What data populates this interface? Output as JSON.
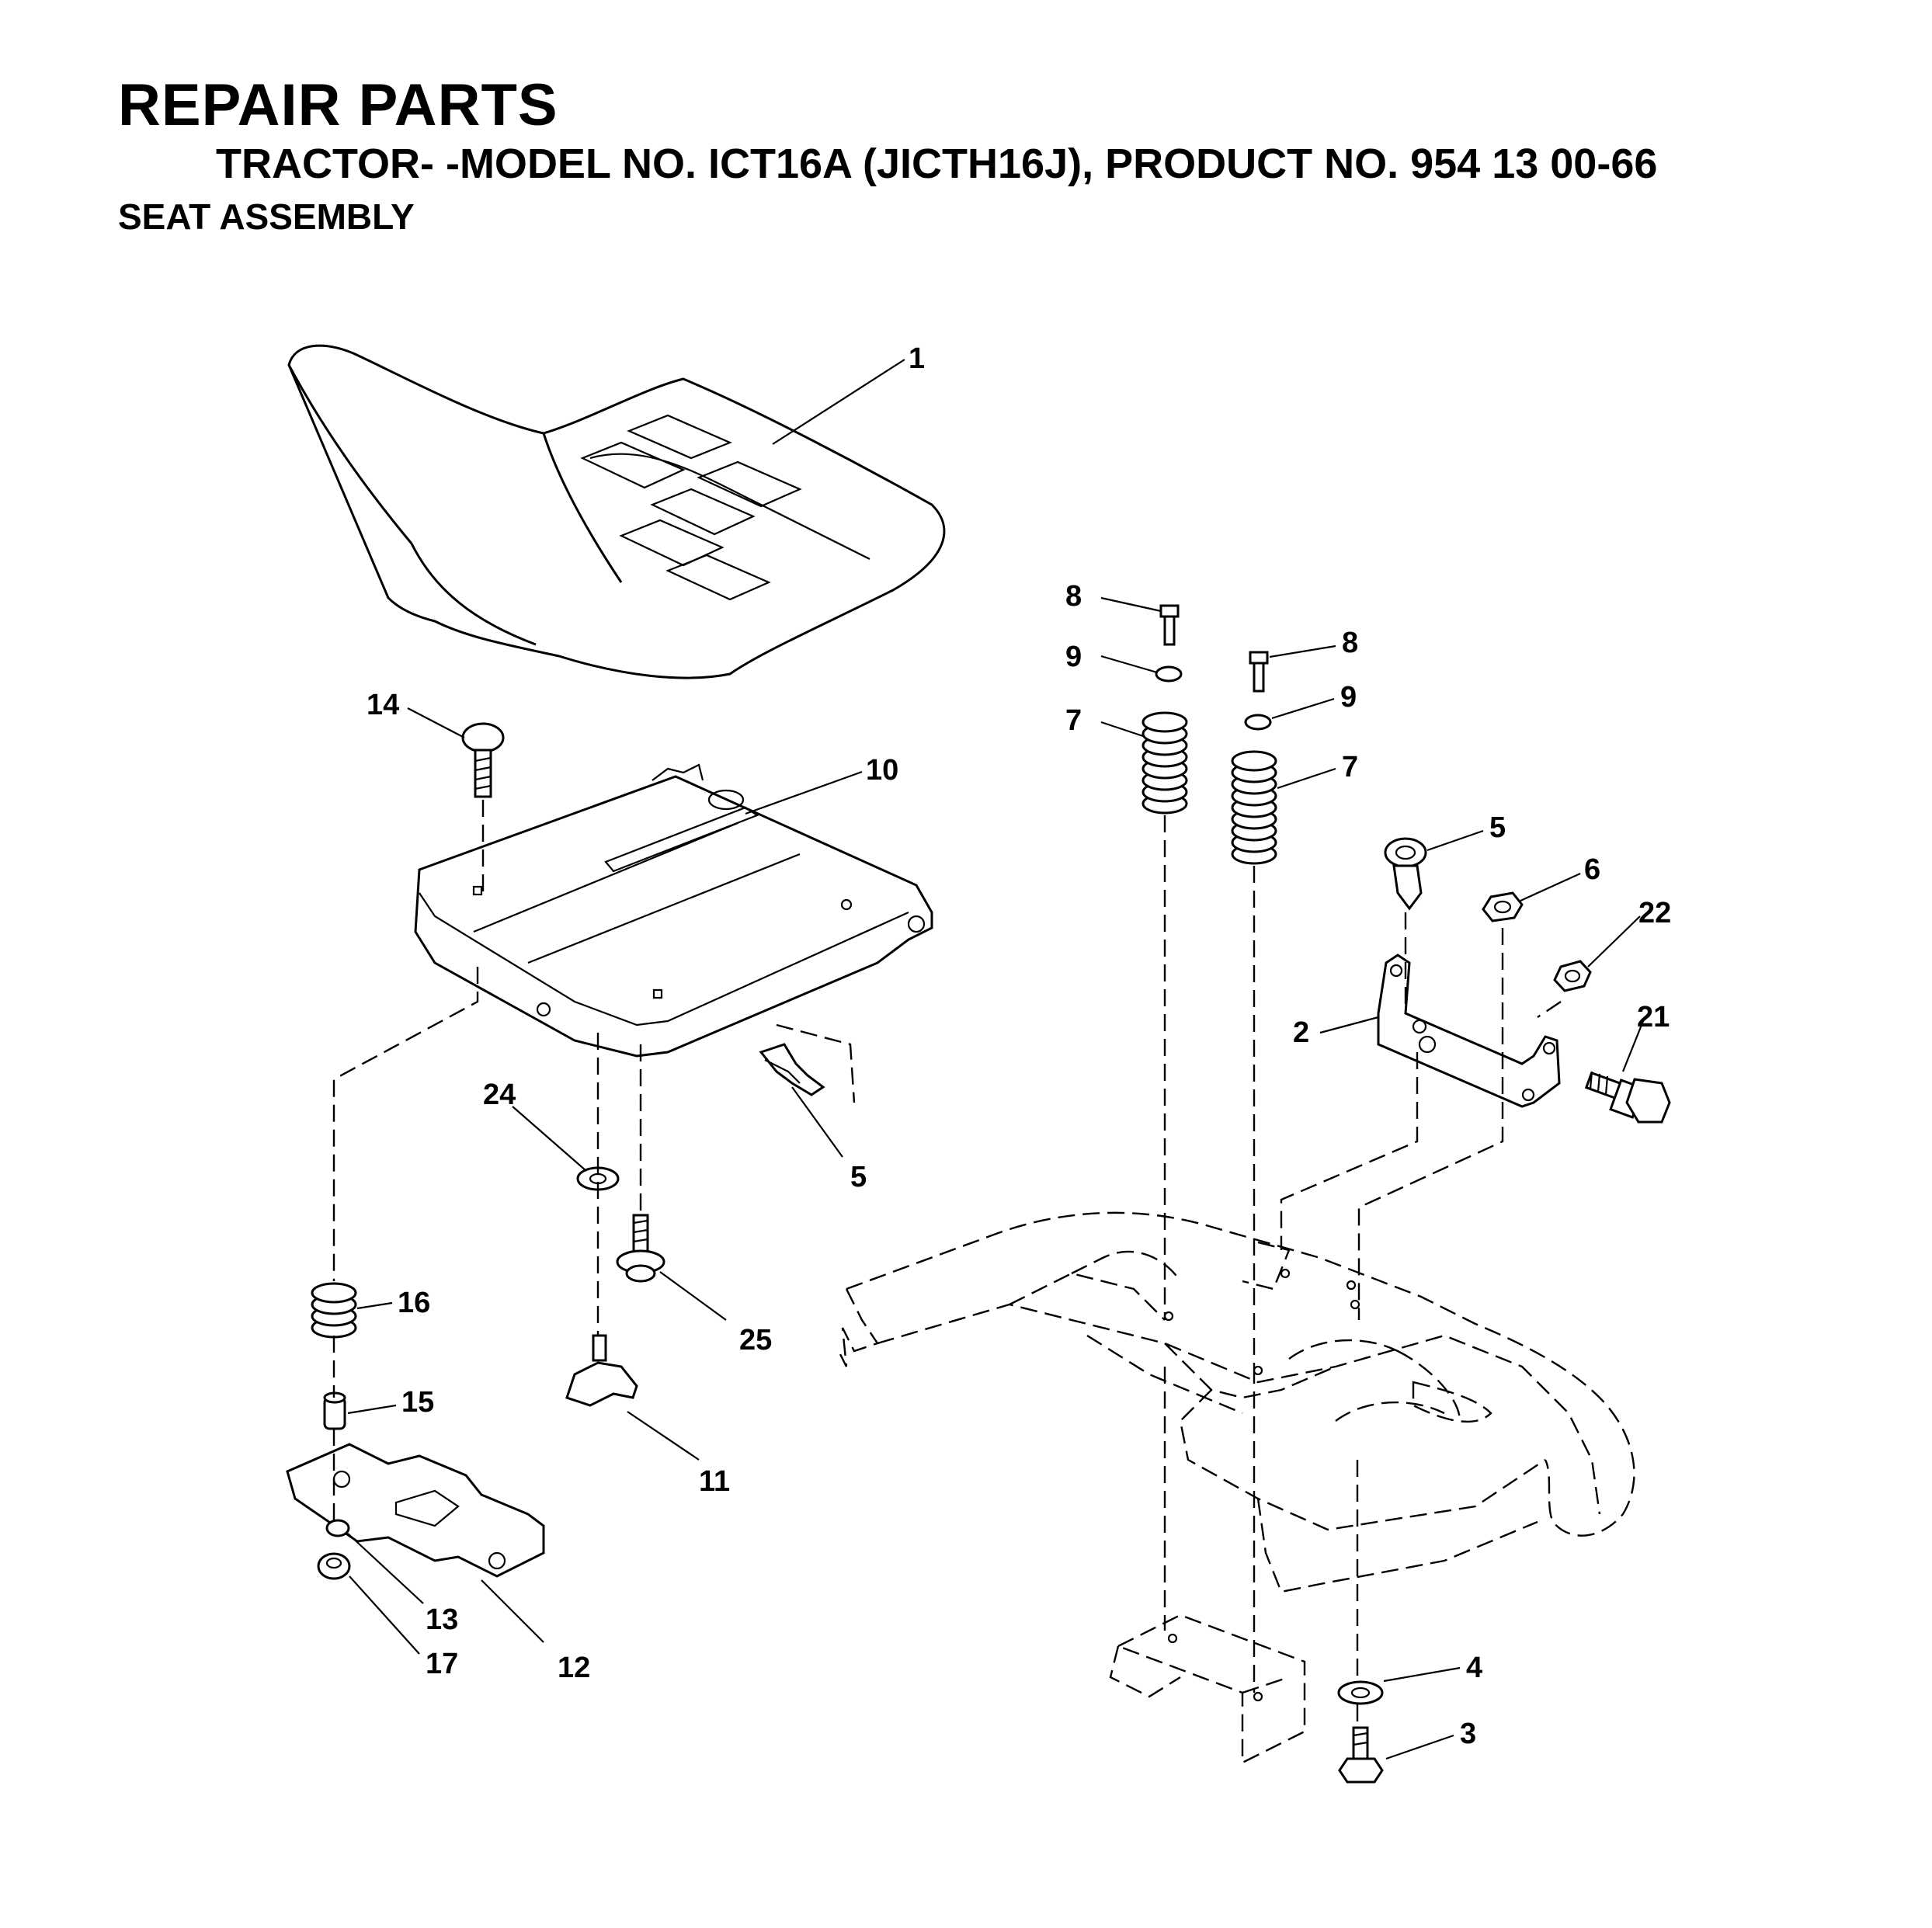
{
  "header": {
    "title": "REPAIR PARTS",
    "subtitle": "TRACTOR- -MODEL NO. ICT16A (JICTH16J), PRODUCT NO. 954 13 00-66",
    "section": "SEAT ASSEMBLY"
  },
  "callouts": {
    "c1": "1",
    "c2": "2",
    "c3": "3",
    "c4": "4",
    "c5a": "5",
    "c5b": "5",
    "c6": "6",
    "c7a": "7",
    "c7b": "7",
    "c8a": "8",
    "c8b": "8",
    "c9a": "9",
    "c9b": "9",
    "c10": "10",
    "c11": "11",
    "c12": "12",
    "c13": "13",
    "c14": "14",
    "c15": "15",
    "c16": "16",
    "c17": "17",
    "c21": "21",
    "c22": "22",
    "c24": "24",
    "c25": "25"
  }
}
